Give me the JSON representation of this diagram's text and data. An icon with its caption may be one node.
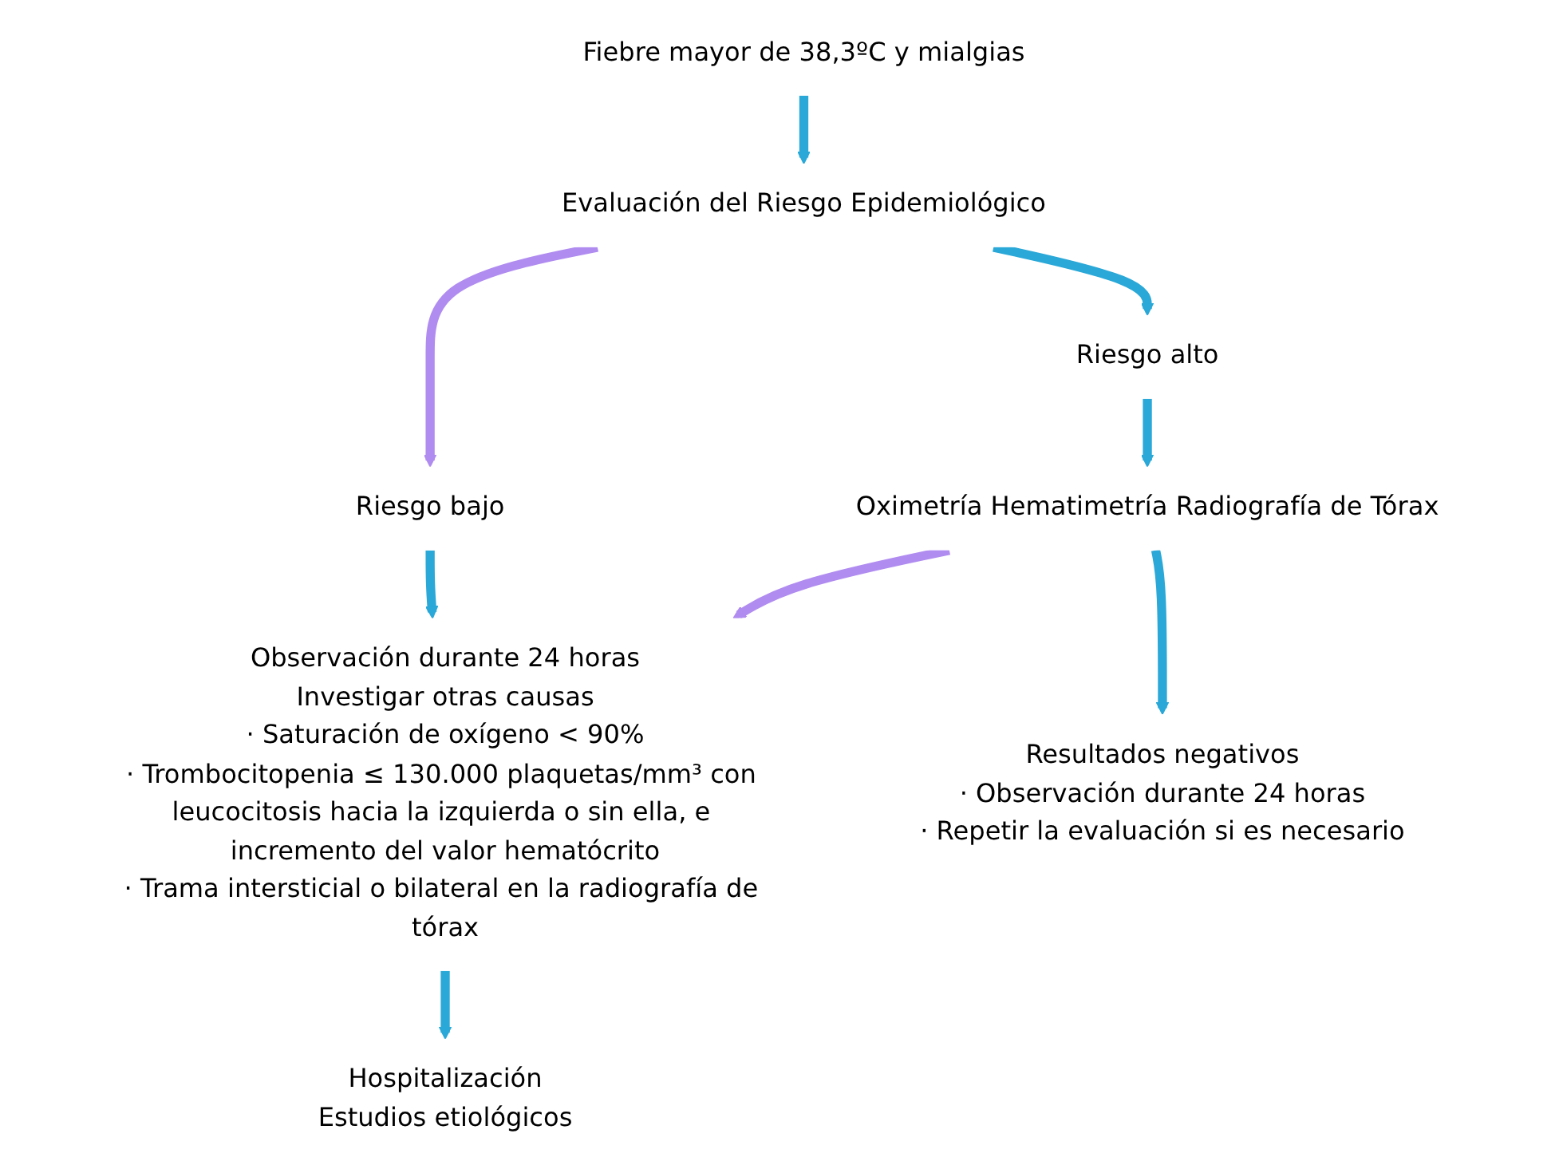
{
  "diagram": {
    "nodes": [
      {
        "text": [
          "Fiebre mayor de 38,3ºC y mialgias"
        ]
      },
      {
        "text": [
          "Evaluación del Riesgo Epidemiológico"
        ]
      },
      {
        "text": [
          "Riesgo bajo"
        ]
      },
      {
        "text": [
          "Riesgo alto"
        ]
      },
      {
        "text": [
          "Oximetría Hematimetría Radiografía de Tórax"
        ]
      },
      {
        "text": [
          "Observación durante 24 horas",
          "Investigar otras causas",
          "· Saturación de oxígeno < 90%",
          "· Trombocitopenia ≤ 130.000 plaquetas/mm³ con leucocitosis hacia la izquierda o sin ella, e incremento del valor hematócrito",
          "· Trama intersticial o bilateral en la radiografía de tórax"
        ]
      },
      {
        "text": [
          "Hospitalización",
          "Estudios etiológicos"
        ]
      },
      {
        "text": [
          "Resultados negativos",
          "· Observación durante 24 horas",
          "· Repetir la evaluación si es necesario"
        ]
      }
    ],
    "edges": [
      {
        "from": 0,
        "to": 1,
        "arrow": "to"
      },
      {
        "from": 1,
        "to": 2,
        "arrow": "to",
        "color": "#b08cf0"
      },
      {
        "from": 2,
        "to": 5,
        "arrow": "to"
      },
      {
        "from": 1,
        "to": 3,
        "arrow": "to"
      },
      {
        "from": 3,
        "to": 4,
        "arrow": "to"
      },
      {
        "from": 4,
        "to": 5,
        "arrow": "to",
        "color": "#b08cf0"
      },
      {
        "from": 5,
        "to": 6,
        "arrow": "to"
      },
      {
        "from": 4,
        "to": 7,
        "arrow": "to"
      }
    ]
  }
}
